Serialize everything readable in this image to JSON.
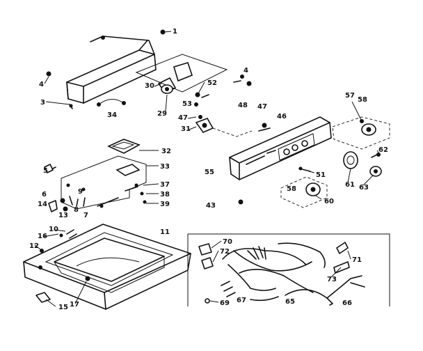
{
  "parts": [
    {
      "num": "1"
    },
    {
      "num": "3"
    },
    {
      "num": "4"
    },
    {
      "num": "34"
    },
    {
      "num": "30"
    },
    {
      "num": "52"
    },
    {
      "num": "29"
    },
    {
      "num": "4"
    },
    {
      "num": "53"
    },
    {
      "num": "47"
    },
    {
      "num": "48"
    },
    {
      "num": "31"
    },
    {
      "num": "47"
    },
    {
      "num": "46"
    },
    {
      "num": "57"
    },
    {
      "num": "58"
    },
    {
      "num": "62"
    },
    {
      "num": "32"
    },
    {
      "num": "33"
    },
    {
      "num": "55"
    },
    {
      "num": "51"
    },
    {
      "num": "61"
    },
    {
      "num": "63"
    },
    {
      "num": "58"
    },
    {
      "num": "60"
    },
    {
      "num": "5"
    },
    {
      "num": "37"
    },
    {
      "num": "38"
    },
    {
      "num": "39"
    },
    {
      "num": "43"
    },
    {
      "num": "6"
    },
    {
      "num": "14"
    },
    {
      "num": "9"
    },
    {
      "num": "8"
    },
    {
      "num": "7"
    },
    {
      "num": "13"
    },
    {
      "num": "11"
    },
    {
      "num": "10"
    },
    {
      "num": "16"
    },
    {
      "num": "12"
    },
    {
      "num": "15"
    },
    {
      "num": "17"
    },
    {
      "num": "70"
    },
    {
      "num": "72"
    },
    {
      "num": "71"
    },
    {
      "num": "73"
    },
    {
      "num": "69"
    },
    {
      "num": "67"
    },
    {
      "num": "65"
    },
    {
      "num": "66"
    }
  ]
}
